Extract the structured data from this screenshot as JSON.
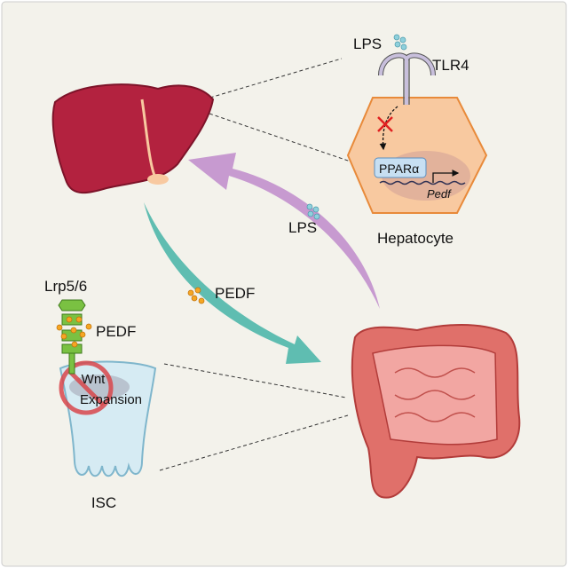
{
  "labels": {
    "lps_top": "LPS",
    "tlr4": "TLR4",
    "ppara": "PPARα",
    "pedf_gene": "Pedf",
    "hepatocyte": "Hepatocyte",
    "lps_arrow": "LPS",
    "pedf_arrow": "PEDF",
    "lrp": "Lrp5/6",
    "pedf_receptor": "PEDF",
    "wnt": "Wnt",
    "expansion": "Expansion",
    "isc": "ISC"
  },
  "colors": {
    "background": "#f3f2eb",
    "liver": "#b3223f",
    "hepatocyte": "#f8c9a0",
    "lps_arrow": "#c79ad0",
    "pedf_arrow": "#5fbdb1",
    "intestine": "#e0706a",
    "isc": "#d6ebf3",
    "receptor": "#7ac142",
    "pedf_dot": "#f5a623",
    "lps_dot": "#8fd0dc"
  }
}
